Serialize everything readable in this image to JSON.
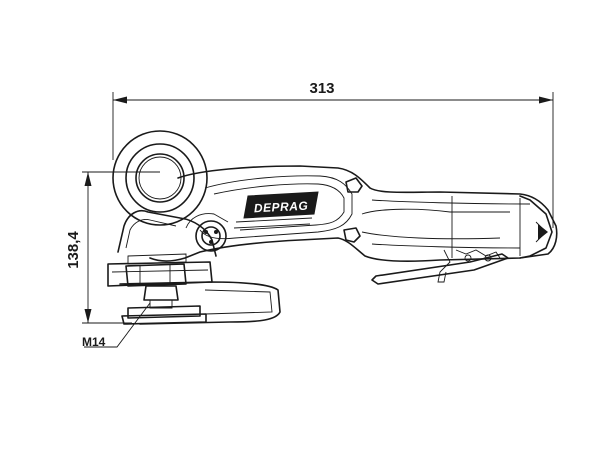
{
  "dimensions": {
    "overall_length": "313",
    "height": "138,4",
    "thread": "M14"
  },
  "brand": {
    "logo_text": "DEPRAG"
  },
  "colors": {
    "line": "#1a1a1a",
    "background": "#ffffff"
  }
}
